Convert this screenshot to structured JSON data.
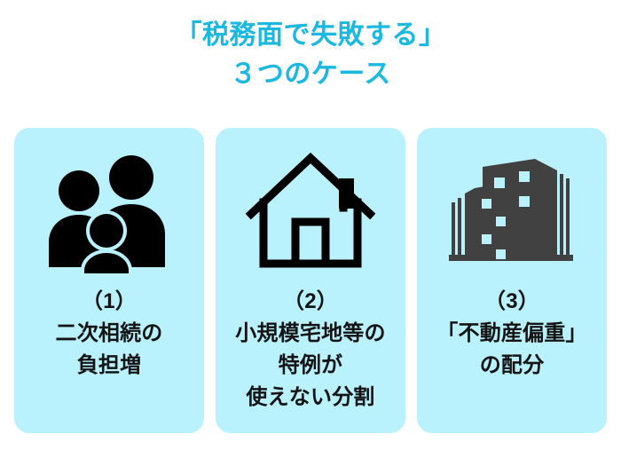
{
  "title": {
    "line1": "「税務面で失敗する」",
    "line2": "３つのケース",
    "color": "#1bb8e0"
  },
  "theme": {
    "background": "#ffffff",
    "card_background": "#b9f1fc",
    "text_color": "#141414",
    "icon_dark": "#000000",
    "icon_gray": "#414141",
    "window_color": "#b9f1fc"
  },
  "cards": [
    {
      "icon": "family-icon",
      "number": "（1）",
      "lines": [
        "（1）",
        "二次相続の",
        "負担増"
      ]
    },
    {
      "icon": "house-icon",
      "number": "（2）",
      "lines": [
        "（2）",
        "小規模宅地等の",
        "特例が",
        "使えない分割"
      ]
    },
    {
      "icon": "buildings-icon",
      "number": "（3）",
      "lines": [
        "（3）",
        "「不動産偏重」",
        "の配分"
      ]
    }
  ]
}
